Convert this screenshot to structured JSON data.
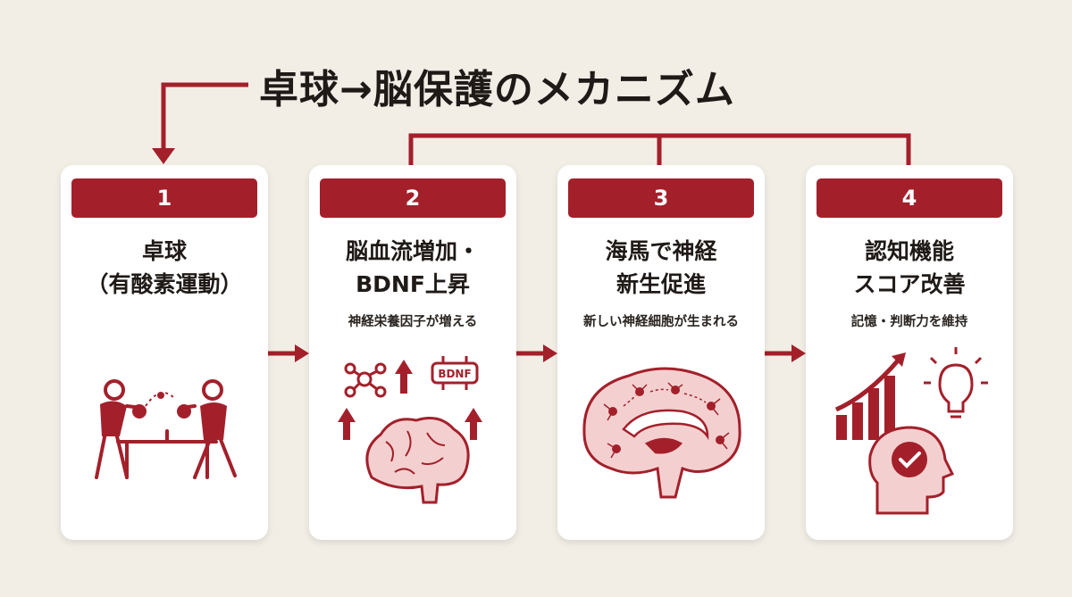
{
  "title": "卓球→脳保護のメカニズム",
  "colors": {
    "accent": "#a3202b",
    "background": "#f2eee6",
    "card": "#ffffff",
    "text": "#1f1a17"
  },
  "steps": [
    {
      "number": "1",
      "title_lines": [
        "卓球",
        "（有酸素運動）"
      ],
      "subtitle": "",
      "icon": "table-tennis-players-icon"
    },
    {
      "number": "2",
      "title_lines": [
        "脳血流増加・",
        "BDNF上昇"
      ],
      "subtitle": "神経栄養因子が増える",
      "badge": "BDNF",
      "icon": "brain-bdnf-icon"
    },
    {
      "number": "3",
      "title_lines": [
        "海馬で神経",
        "新生促進"
      ],
      "subtitle": "新しい神経細胞が生まれる",
      "icon": "brain-hippocampus-neurons-icon"
    },
    {
      "number": "4",
      "title_lines": [
        "認知機能",
        "スコア改善"
      ],
      "subtitle": "記憶・判断力を維持",
      "icon": "cognitive-improvement-icon"
    }
  ]
}
